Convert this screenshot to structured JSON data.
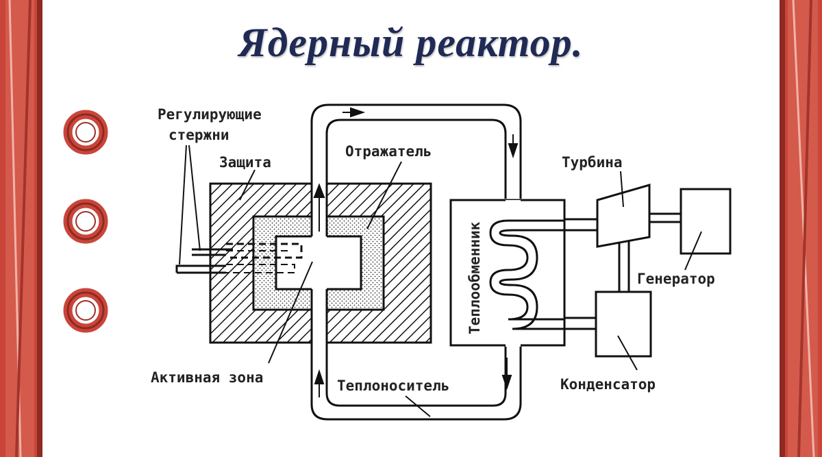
{
  "title": "Ядерный реактор.",
  "labels": {
    "control_rods_line1": "Регулирующие",
    "control_rods_line2": "стержни",
    "shielding": "Защита",
    "reflector": "Отражатель",
    "heat_exchanger": "Теплообменник",
    "turbine": "Турбина",
    "generator": "Генератор",
    "active_zone": "Активная зона",
    "coolant": "Теплоноситель",
    "condenser": "Конденсатор"
  },
  "colors": {
    "frame_red": "#c9453a",
    "frame_dark": "#8e2a22",
    "title_blue": "#1f2a55",
    "line": "#111111"
  }
}
